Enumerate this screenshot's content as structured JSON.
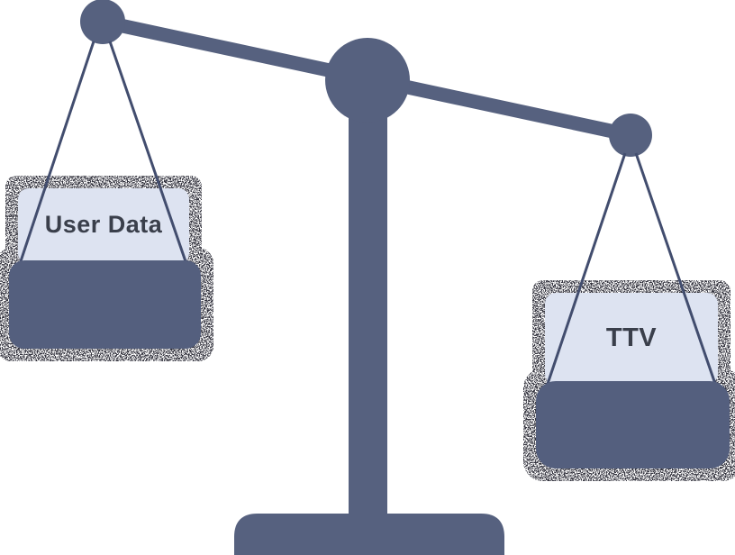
{
  "illustration": {
    "type": "balance-scale",
    "tilt": "right-side-down",
    "left_pan": {
      "label": "User Data",
      "position": "raised"
    },
    "right_pan": {
      "label": "TTV",
      "position": "lowered"
    }
  },
  "colors": {
    "structure": "#56617f",
    "pan-dark": "#545f7e",
    "pan-light": "#dde3f1",
    "string": "#424d6e",
    "label-text": "#3a3f4b",
    "speckle": "#171a23",
    "background": "#ffffff"
  }
}
